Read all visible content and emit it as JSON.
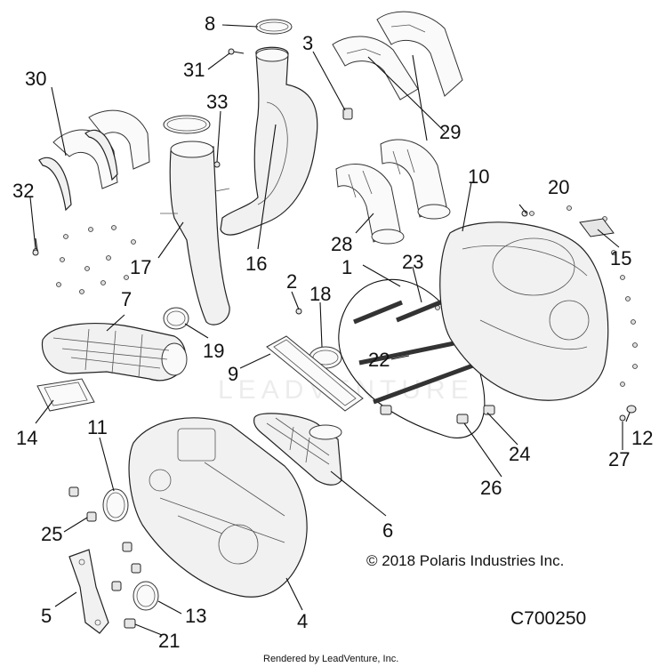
{
  "diagram": {
    "watermark": "LEADVENTURE",
    "copyright": "© 2018 Polaris Industries Inc.",
    "figure_code": "C700250",
    "rendered_by": "Rendered by LeadVenture, Inc.",
    "callouts": [
      "1",
      "2",
      "3",
      "4",
      "5",
      "6",
      "7",
      "8",
      "9",
      "10",
      "11",
      "12",
      "13",
      "14",
      "15",
      "16",
      "17",
      "18",
      "19",
      "20",
      "21",
      "22",
      "23",
      "24",
      "25",
      "26",
      "27",
      "28",
      "29",
      "30",
      "31",
      "32",
      "33"
    ]
  }
}
